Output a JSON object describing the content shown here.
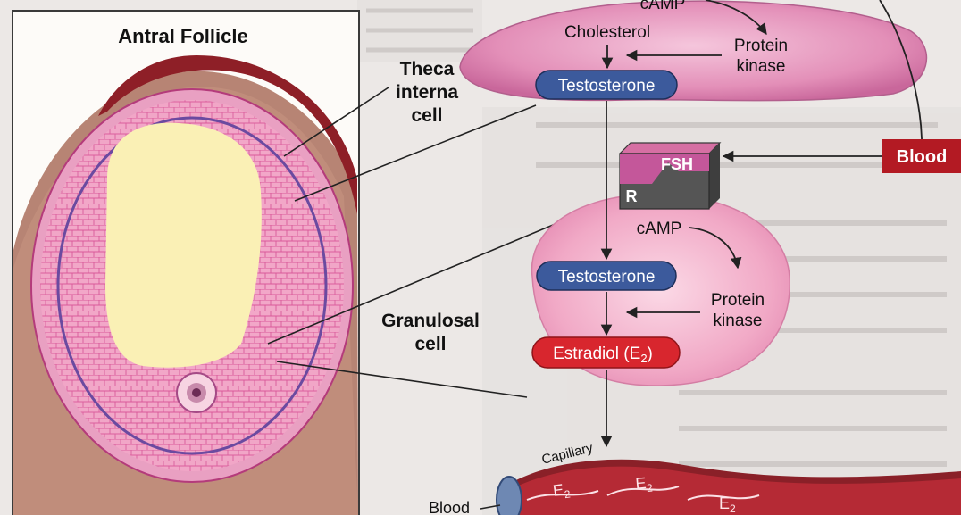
{
  "follicle_panel": {
    "title": "Antral Follicle"
  },
  "labels": {
    "theca_line1": "Theca",
    "theca_line2": "interna",
    "theca_line3": "cell",
    "granulosal_line1": "Granulosal",
    "granulosal_line2": "cell",
    "blood_box": "Blood",
    "blood_bottom": "Blood",
    "capillary": "Capillary"
  },
  "theca_cell": {
    "camp": "cAMP",
    "cholesterol": "Cholesterol",
    "protein_line1": "Protein",
    "protein_line2": "kinase",
    "testosterone": "Testosterone"
  },
  "receptor": {
    "hormone": "FSH",
    "receptor": "R"
  },
  "granulosa_cell": {
    "camp": "cAMP",
    "testosterone": "Testosterone",
    "protein_line1": "Protein",
    "protein_line2": "kinase",
    "estradiol_main": "Estradiol (E",
    "estradiol_sub": "2",
    "estradiol_close": ")"
  },
  "capillary_flow": {
    "symbol": "E",
    "sub": "2"
  },
  "colors": {
    "testosterone_pill": "#3c5a9c",
    "estradiol_pill": "#d8262e",
    "blood_box": "#b31a23",
    "cell_pink": "#e48ab5",
    "receptor_dark": "#4b4b4b"
  }
}
